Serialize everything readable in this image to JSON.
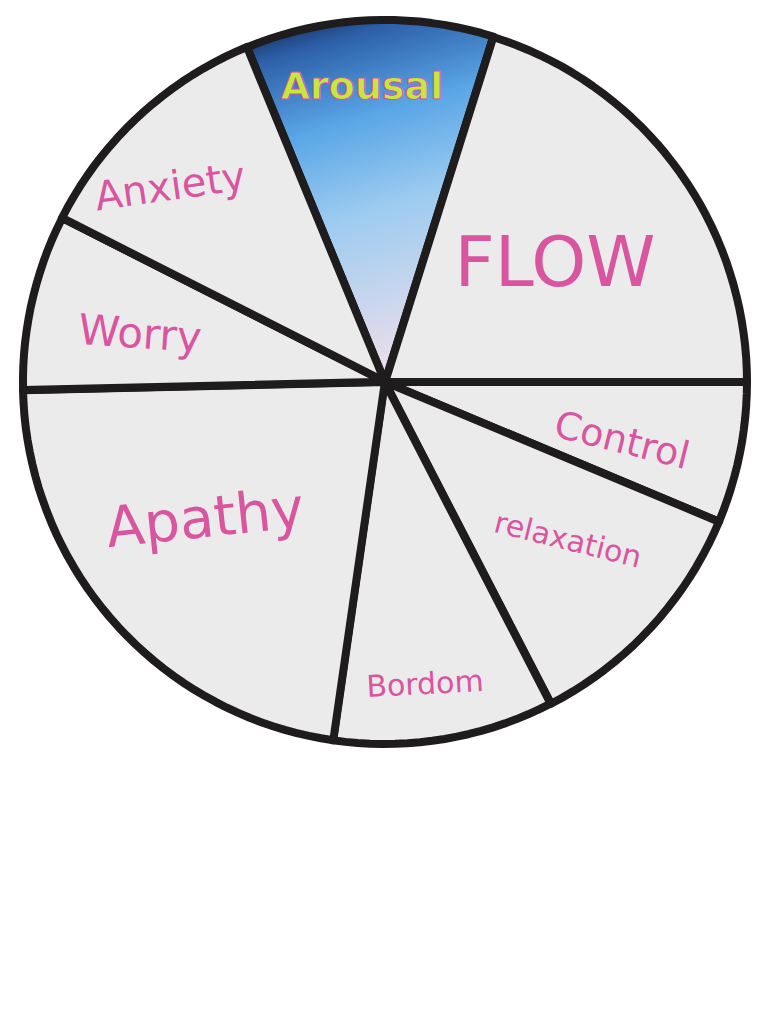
{
  "diagram": {
    "nodes": [
      {
        "text": [
          "Arousal"
        ]
      },
      {
        "text": [
          "FLOW"
        ]
      },
      {
        "text": [
          "Control"
        ]
      },
      {
        "text": [
          "relaxation"
        ]
      },
      {
        "text": [
          "Bordom"
        ]
      },
      {
        "text": [
          "Apathy"
        ]
      },
      {
        "text": [
          "Worry"
        ]
      },
      {
        "text": [
          "Anxiety"
        ]
      }
    ]
  }
}
